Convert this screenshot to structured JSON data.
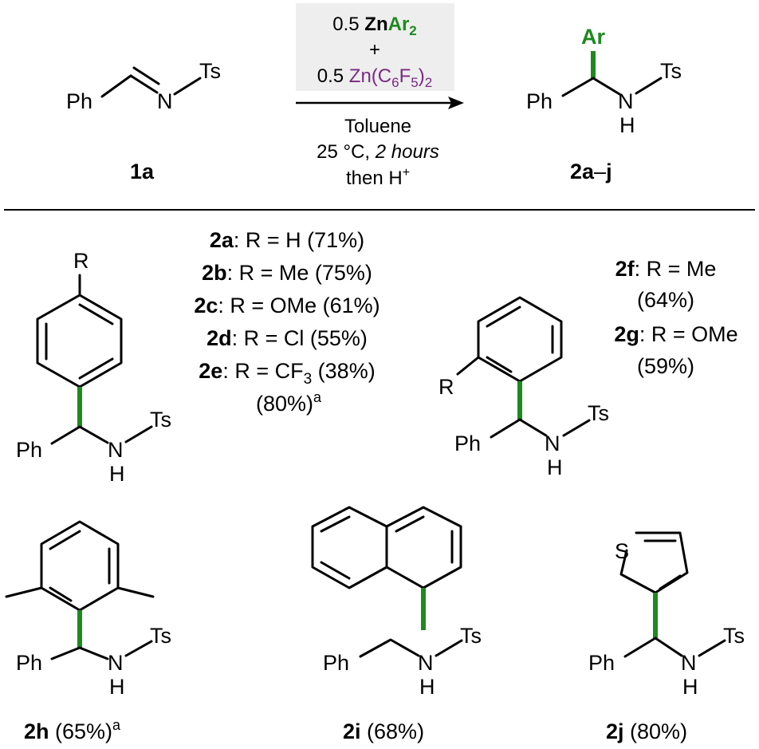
{
  "reaction": {
    "reactant": {
      "label": "1a",
      "ph": "Ph",
      "n": "N",
      "ts": "Ts"
    },
    "reagent": {
      "line1_coef": "0.5 ",
      "line1_zn": "Zn",
      "line1_ar": "Ar",
      "line1_sub": "2",
      "plus": "+",
      "line2_coef": "0.5 ",
      "line2_main": "Zn(C",
      "line2_sub1": "6",
      "line2_mid": "F",
      "line2_sub2": "5",
      "line2_end": ")",
      "line2_sub3": "2"
    },
    "conditions": {
      "solvent": "Toluene",
      "temp": "25 °C, ",
      "time": "2 hours",
      "workup": "then H",
      "workup_sup": "+"
    },
    "product": {
      "label_a": "2a",
      "label_dash": "–",
      "label_b": "j",
      "ar": "Ar",
      "ph": "Ph",
      "n": "N",
      "h": "H",
      "ts": "Ts"
    }
  },
  "para_group": {
    "r": "R",
    "ph": "Ph",
    "n": "N",
    "h": "H",
    "ts": "Ts",
    "entries": [
      {
        "id": "2a",
        "text": ": R = H (71%)"
      },
      {
        "id": "2b",
        "text": ": R = Me (75%)"
      },
      {
        "id": "2c",
        "text": ": R = OMe (61%)"
      },
      {
        "id": "2d",
        "text": ": R = Cl (55%)"
      },
      {
        "id": "2e",
        "text_a": ": R = CF",
        "sub": "3",
        "text_b": " (38%)"
      }
    ],
    "extra": "(80%)",
    "extra_sup": "a"
  },
  "ortho_group": {
    "r": "R",
    "ph": "Ph",
    "n": "N",
    "h": "H",
    "ts": "Ts",
    "entries": [
      {
        "id": "2f",
        "text": ": R = Me",
        "yield": "(64%)"
      },
      {
        "id": "2g",
        "text": ": R = OMe",
        "yield": "(59%)"
      }
    ]
  },
  "bottom": [
    {
      "id": "2h",
      "yield": " (65%)",
      "sup": "a",
      "ph": "Ph",
      "n": "N",
      "h": "H",
      "ts": "Ts"
    },
    {
      "id": "2i",
      "yield": " (68%)",
      "ph": "Ph",
      "n": "N",
      "h": "H",
      "ts": "Ts"
    },
    {
      "id": "2j",
      "yield": " (80%)",
      "s": "S",
      "ph": "Ph",
      "n": "N",
      "h": "H",
      "ts": "Ts"
    }
  ],
  "colors": {
    "aryl_bond": "#1e8a1e",
    "zinc_reagent": "#7a2a84",
    "reagent_box": "#eeeeee"
  }
}
